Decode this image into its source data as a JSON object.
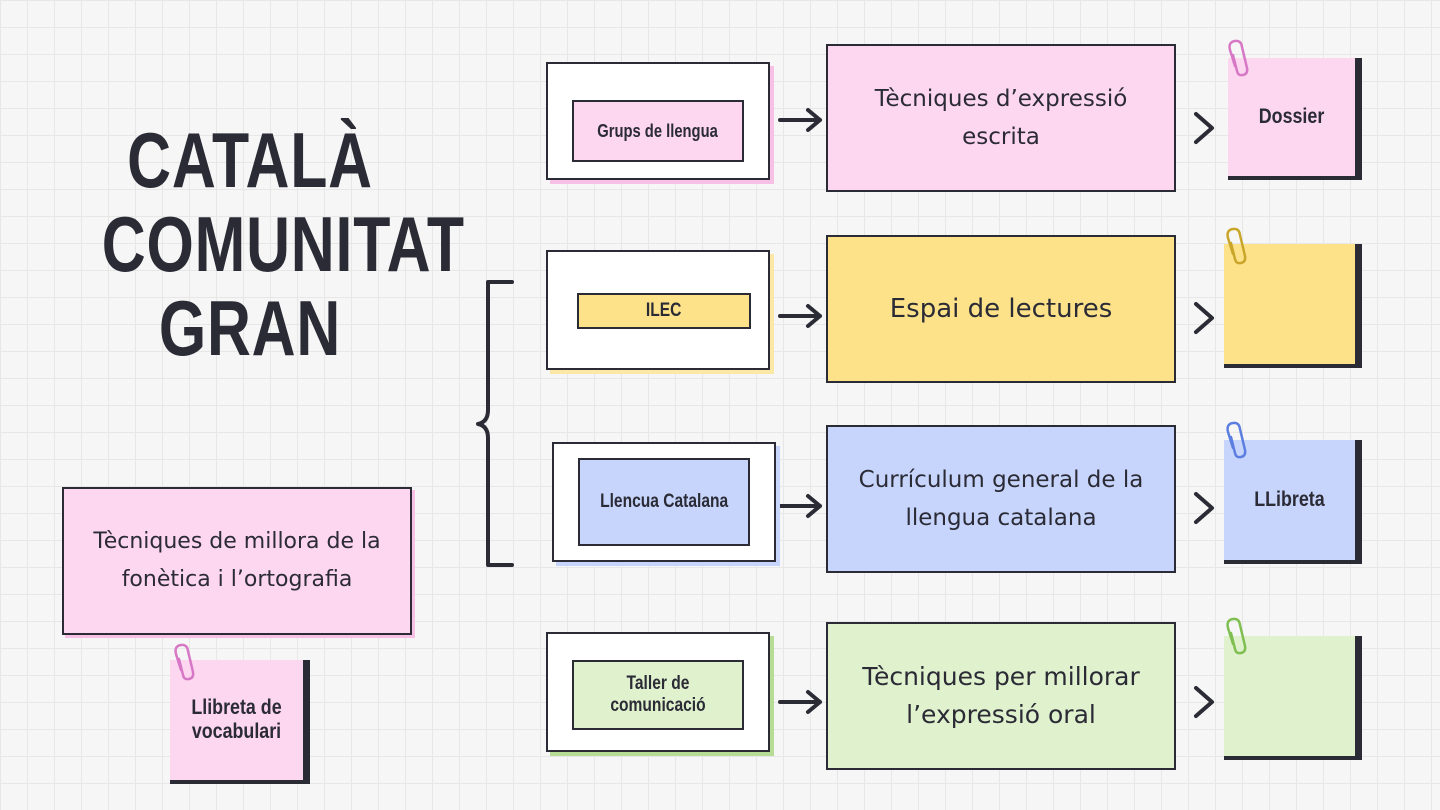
{
  "title": {
    "line1": "CATALÀ",
    "line2": "COMUNITAT",
    "line3": "GRAN"
  },
  "side": {
    "box_text": "Tècniques de millora de la fonètica i l’ortografia",
    "note_text": "Llibreta de vocabulari"
  },
  "rows": [
    {
      "group": "Grups de llengua",
      "technique": "Tècniques d’expressió escrita",
      "material": "Dossier"
    },
    {
      "group": "ILEC",
      "technique": "Espai de lectures",
      "material": ""
    },
    {
      "group": "Llencua Catalana",
      "technique": "Currículum general de la llengua catalana",
      "material": "LLibreta"
    },
    {
      "group": "Taller de comunicació",
      "technique": "Tècniques per millorar l’expressió oral",
      "material": ""
    }
  ],
  "colors": {
    "pink": "#fdd6f0",
    "yellow": "#fde289",
    "blue": "#c7d5fc",
    "green": "#e0f1cd",
    "ink": "#2b2b36"
  },
  "icons": [
    "paperclip-icon",
    "arrow-right-icon",
    "chevron-right-icon",
    "curly-brace-icon"
  ]
}
